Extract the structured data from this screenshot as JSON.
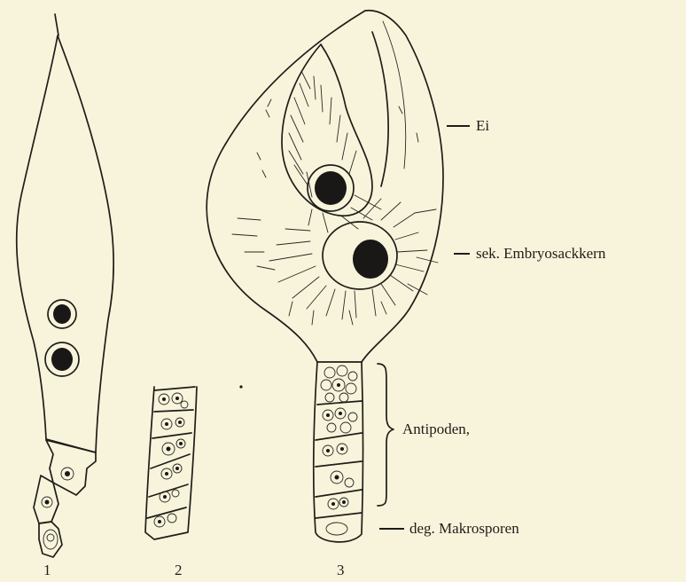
{
  "figure": {
    "labels": {
      "ei": "Ei",
      "sec_nucleus": "sek. Embryosackkern",
      "antipoden": "Antipoden,",
      "makrosporen": "deg. Makrosporen"
    },
    "panel_numbers": [
      "1",
      "2",
      "3"
    ],
    "colors": {
      "background": "#f8f4dc",
      "ink": "#1f1d18"
    }
  }
}
